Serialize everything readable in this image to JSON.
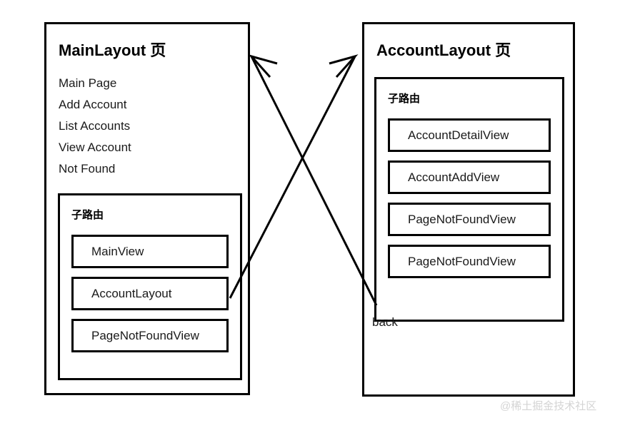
{
  "diagram": {
    "title_left": "MainLayout 页",
    "title_right": "AccountLayout 页",
    "subroute_label": "子路由",
    "back_label": "back",
    "watermark": "@稀土掘金技术社区",
    "stroke_color": "#000000",
    "background_color": "#ffffff",
    "text_color": "#1a1a1a"
  },
  "main_layout": {
    "title": "MainLayout 页",
    "nav_links": [
      "Main Page",
      "Add Account",
      "List Accounts",
      "View Account",
      "Not Found"
    ],
    "subroute": {
      "label": "子路由",
      "items": [
        "MainView",
        "AccountLayout",
        "PageNotFoundView"
      ]
    }
  },
  "account_layout": {
    "title": "AccountLayout 页",
    "subroute": {
      "label": "子路由",
      "items": [
        "AccountDetailView",
        "AccountAddView",
        "PageNotFoundView",
        "PageNotFoundView"
      ]
    }
  },
  "connections": [
    {
      "name": "account-layout-to-account-panel",
      "from": "MainLayout 子路由 AccountLayout",
      "to": "AccountLayout 页",
      "label": ""
    },
    {
      "name": "account-panel-back-to-main-panel",
      "from": "AccountLayout 页",
      "to": "MainLayout 页",
      "label": "back"
    }
  ]
}
